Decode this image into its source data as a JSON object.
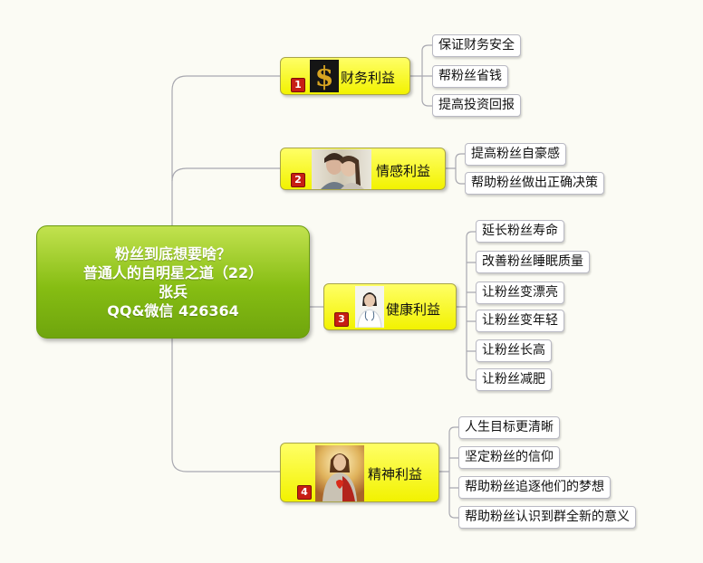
{
  "central": {
    "line1": "粉丝到底想要啥？",
    "line2": "普通人的自明星之道（22）",
    "line3": "张兵",
    "line4": "QQ&微信 426364"
  },
  "branches": [
    {
      "number": "1",
      "label": "财务利益",
      "icon": "dollar-icon",
      "leaves": [
        "保证财务安全",
        "帮粉丝省钱",
        "提高投资回报"
      ]
    },
    {
      "number": "2",
      "label": "情感利益",
      "icon": "couple-photo",
      "leaves": [
        "提高粉丝自豪感",
        "帮助粉丝做出正确决策"
      ]
    },
    {
      "number": "3",
      "label": "健康利益",
      "icon": "doctor-photo",
      "leaves": [
        "延长粉丝寿命",
        "改善粉丝睡眠质量",
        "让粉丝变漂亮",
        "让粉丝变年轻",
        "让粉丝长高",
        "让粉丝减肥"
      ]
    },
    {
      "number": "4",
      "label": "精神利益",
      "icon": "sacred-heart-image",
      "leaves": [
        "人生目标更清晰",
        "坚定粉丝的信仰",
        "帮助粉丝追逐他们的梦想",
        "帮助粉丝认识到群全新的意义"
      ]
    }
  ],
  "colors": {
    "central_fill": "#86bd13",
    "branch_fill": "#f2f200",
    "number_badge": "#c71e14",
    "connector": "#a8a8b0"
  }
}
